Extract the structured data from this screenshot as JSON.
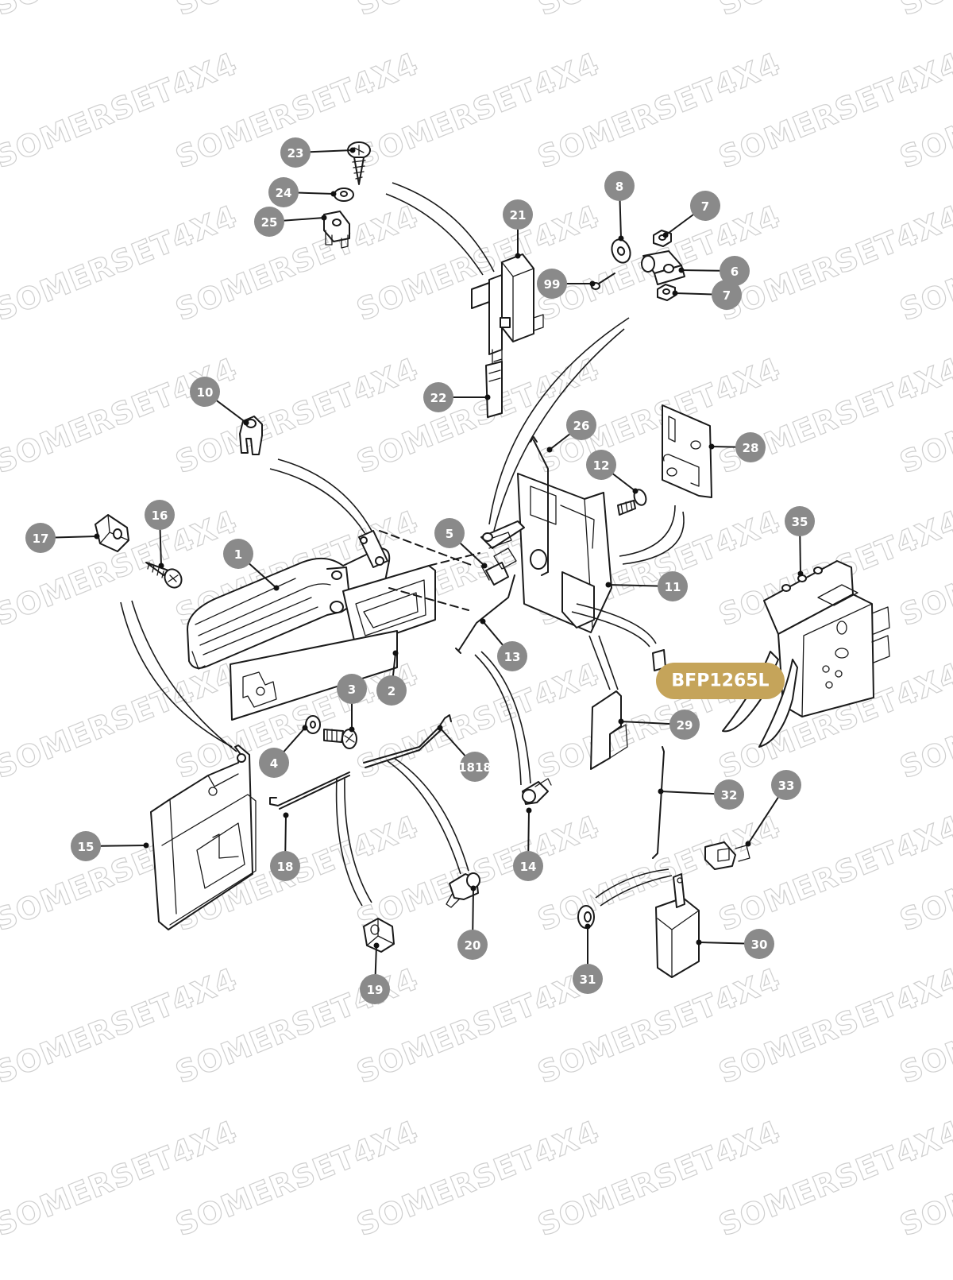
{
  "watermark": {
    "text": "SOMERSET4X4",
    "color": "#cfcfcf"
  },
  "part_code": {
    "text": "BFP1265L",
    "color": "#c5a45a"
  },
  "callout_color": "#8a8a8a",
  "callouts": [
    {
      "id": "c23",
      "label": "23"
    },
    {
      "id": "c24",
      "label": "24"
    },
    {
      "id": "c25",
      "label": "25"
    },
    {
      "id": "c21",
      "label": "21"
    },
    {
      "id": "c8",
      "label": "8"
    },
    {
      "id": "c7a",
      "label": "7"
    },
    {
      "id": "c6",
      "label": "6"
    },
    {
      "id": "c7b",
      "label": "7"
    },
    {
      "id": "c99",
      "label": "99"
    },
    {
      "id": "c22",
      "label": "22"
    },
    {
      "id": "c10",
      "label": "10"
    },
    {
      "id": "c26",
      "label": "26"
    },
    {
      "id": "c28",
      "label": "28"
    },
    {
      "id": "c12",
      "label": "12"
    },
    {
      "id": "c17",
      "label": "17"
    },
    {
      "id": "c16",
      "label": "16"
    },
    {
      "id": "c1",
      "label": "1"
    },
    {
      "id": "c5",
      "label": "5"
    },
    {
      "id": "c35",
      "label": "35"
    },
    {
      "id": "c11",
      "label": "11"
    },
    {
      "id": "c13",
      "label": "13"
    },
    {
      "id": "c3",
      "label": "3"
    },
    {
      "id": "c2",
      "label": "2"
    },
    {
      "id": "c29",
      "label": "29"
    },
    {
      "id": "c4",
      "label": "4"
    },
    {
      "id": "c1818",
      "label": "1818"
    },
    {
      "id": "c32",
      "label": "32"
    },
    {
      "id": "c33",
      "label": "33"
    },
    {
      "id": "c15",
      "label": "15"
    },
    {
      "id": "c18",
      "label": "18"
    },
    {
      "id": "c14",
      "label": "14"
    },
    {
      "id": "c20",
      "label": "20"
    },
    {
      "id": "c30",
      "label": "30"
    },
    {
      "id": "c31",
      "label": "31"
    },
    {
      "id": "c19",
      "label": "19"
    }
  ]
}
